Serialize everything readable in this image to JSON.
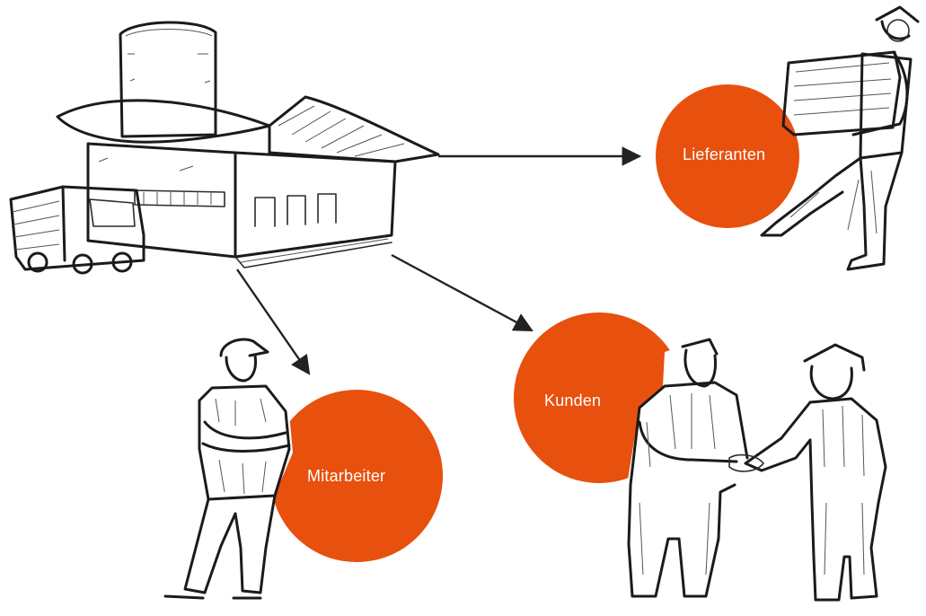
{
  "nodes": {
    "lieferanten": "Lieferanten",
    "kunden": "Kunden",
    "mitarbeiter": "Mitarbeiter"
  },
  "colors": {
    "circle": "#e8500e",
    "ink": "#1b1b1b",
    "background": "#ffffff"
  },
  "illustrations": [
    "factory-with-truck",
    "worker-carrying-box",
    "worker-arms-crossed",
    "two-people-handshake"
  ]
}
